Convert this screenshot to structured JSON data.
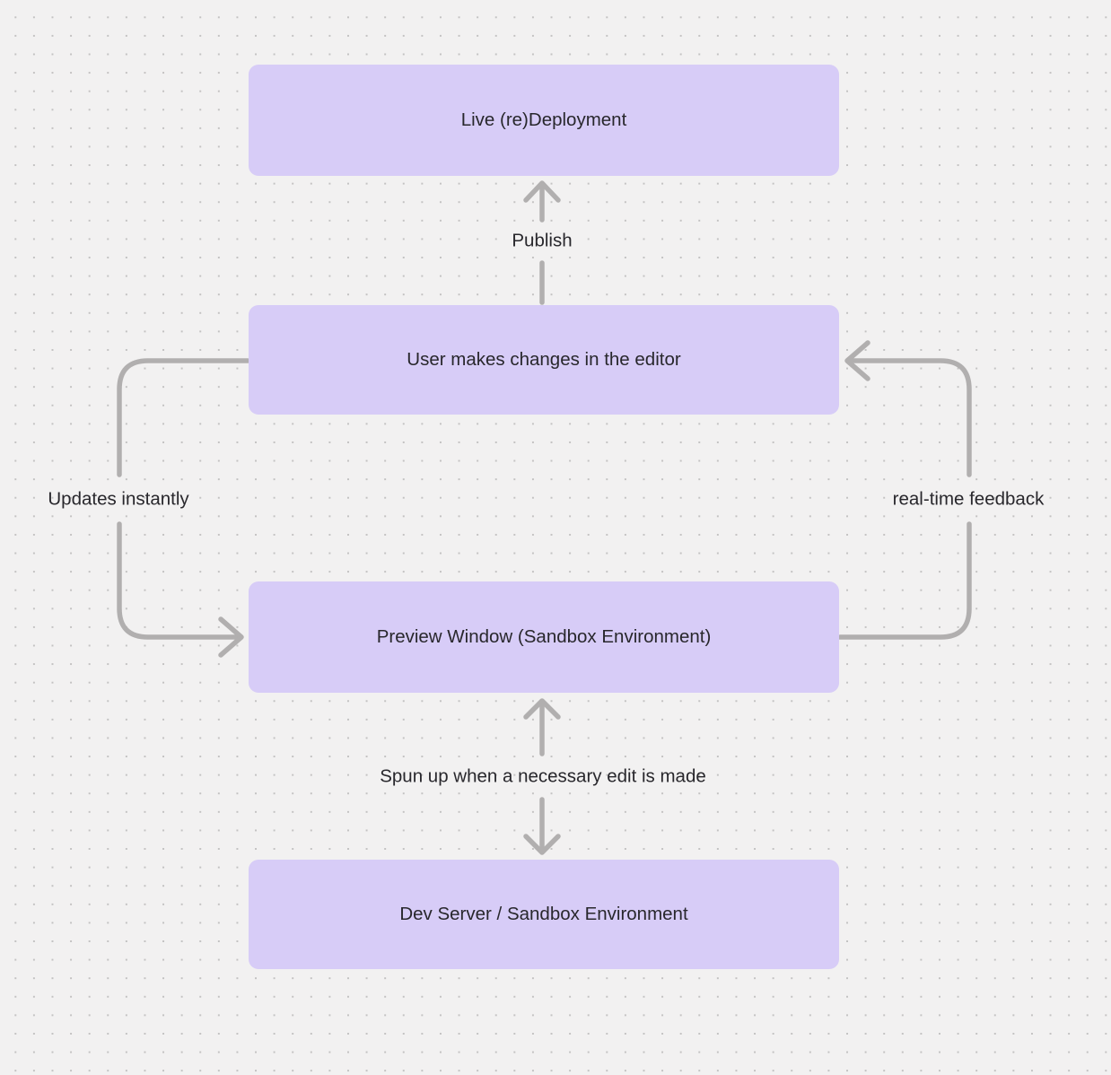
{
  "canvas": {
    "background_color": "#f2f1f1",
    "dot_color": "#c3c2c2",
    "node_fill_color": "#d7ccf7",
    "text_color": "#28272c",
    "arrow_color": "#b1afaf"
  },
  "nodes": [
    {
      "id": "live-redeployment",
      "label": "Live (re)Deployment"
    },
    {
      "id": "user-editor",
      "label": "User makes changes in the editor"
    },
    {
      "id": "preview-window",
      "label": "Preview Window (Sandbox Environment)"
    },
    {
      "id": "dev-server",
      "label": "Dev Server / Sandbox Environment"
    }
  ],
  "edges": [
    {
      "id": "publish",
      "label": "Publish",
      "from": "user-editor",
      "to": "live-redeployment",
      "arrowheads": "to"
    },
    {
      "id": "updates-instantly",
      "label": "Updates instantly",
      "from": "user-editor",
      "to": "preview-window",
      "arrowheads": "to"
    },
    {
      "id": "real-time-feedback",
      "label": "real-time feedback",
      "from": "preview-window",
      "to": "user-editor",
      "arrowheads": "to"
    },
    {
      "id": "spun-up",
      "label": "Spun up when a necessary edit is made",
      "from": "preview-window",
      "to": "dev-server",
      "arrowheads": "both"
    }
  ]
}
